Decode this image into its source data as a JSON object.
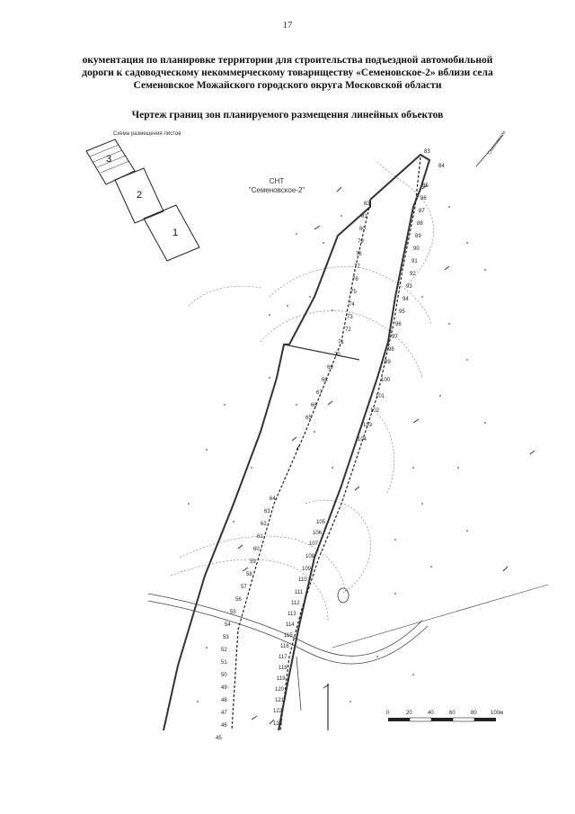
{
  "page": {
    "number": "17"
  },
  "heading": {
    "line1": "окументация по планировке территории для строительства подъездной автомобильной",
    "line2": "дороги к садоводческому некоммерческому товариществу «Семеновское-2» вблизи села",
    "line3": "Семеновское Можайского городского округа Московской области"
  },
  "subheading": "Чертеж границ зон планируемого размещения линейных объектов",
  "sheet_scheme": {
    "caption": "Схема размещения листов",
    "sheets": [
      "1",
      "2",
      "3"
    ]
  },
  "map": {
    "territory_label_1": "СНТ",
    "territory_label_2": "\"Семеновское-2\"",
    "north_label": "Семеновское",
    "left_points": [
      "45",
      "46",
      "47",
      "48",
      "49",
      "50",
      "51",
      "52",
      "53",
      "54",
      "55",
      "56",
      "57",
      "58",
      "59",
      "60",
      "61",
      "62",
      "63",
      "64",
      "65",
      "66",
      "67",
      "68",
      "69",
      "70",
      "71",
      "72",
      "73",
      "74",
      "75",
      "76",
      "77",
      "78",
      "79",
      "80",
      "81",
      "82"
    ],
    "right_points": [
      "83",
      "84",
      "85",
      "86",
      "87",
      "88",
      "89",
      "90",
      "91",
      "92",
      "93",
      "94",
      "95",
      "96",
      "97",
      "98",
      "99",
      "100",
      "101",
      "102",
      "103",
      "104",
      "105",
      "106",
      "107",
      "108",
      "109",
      "110",
      "111",
      "112",
      "113",
      "114",
      "115",
      "116",
      "117",
      "118",
      "119",
      "120",
      "121",
      "122",
      "123"
    ]
  },
  "scale_bar": {
    "labels": [
      "0",
      "20",
      "40",
      "60",
      "80",
      "100м"
    ]
  }
}
